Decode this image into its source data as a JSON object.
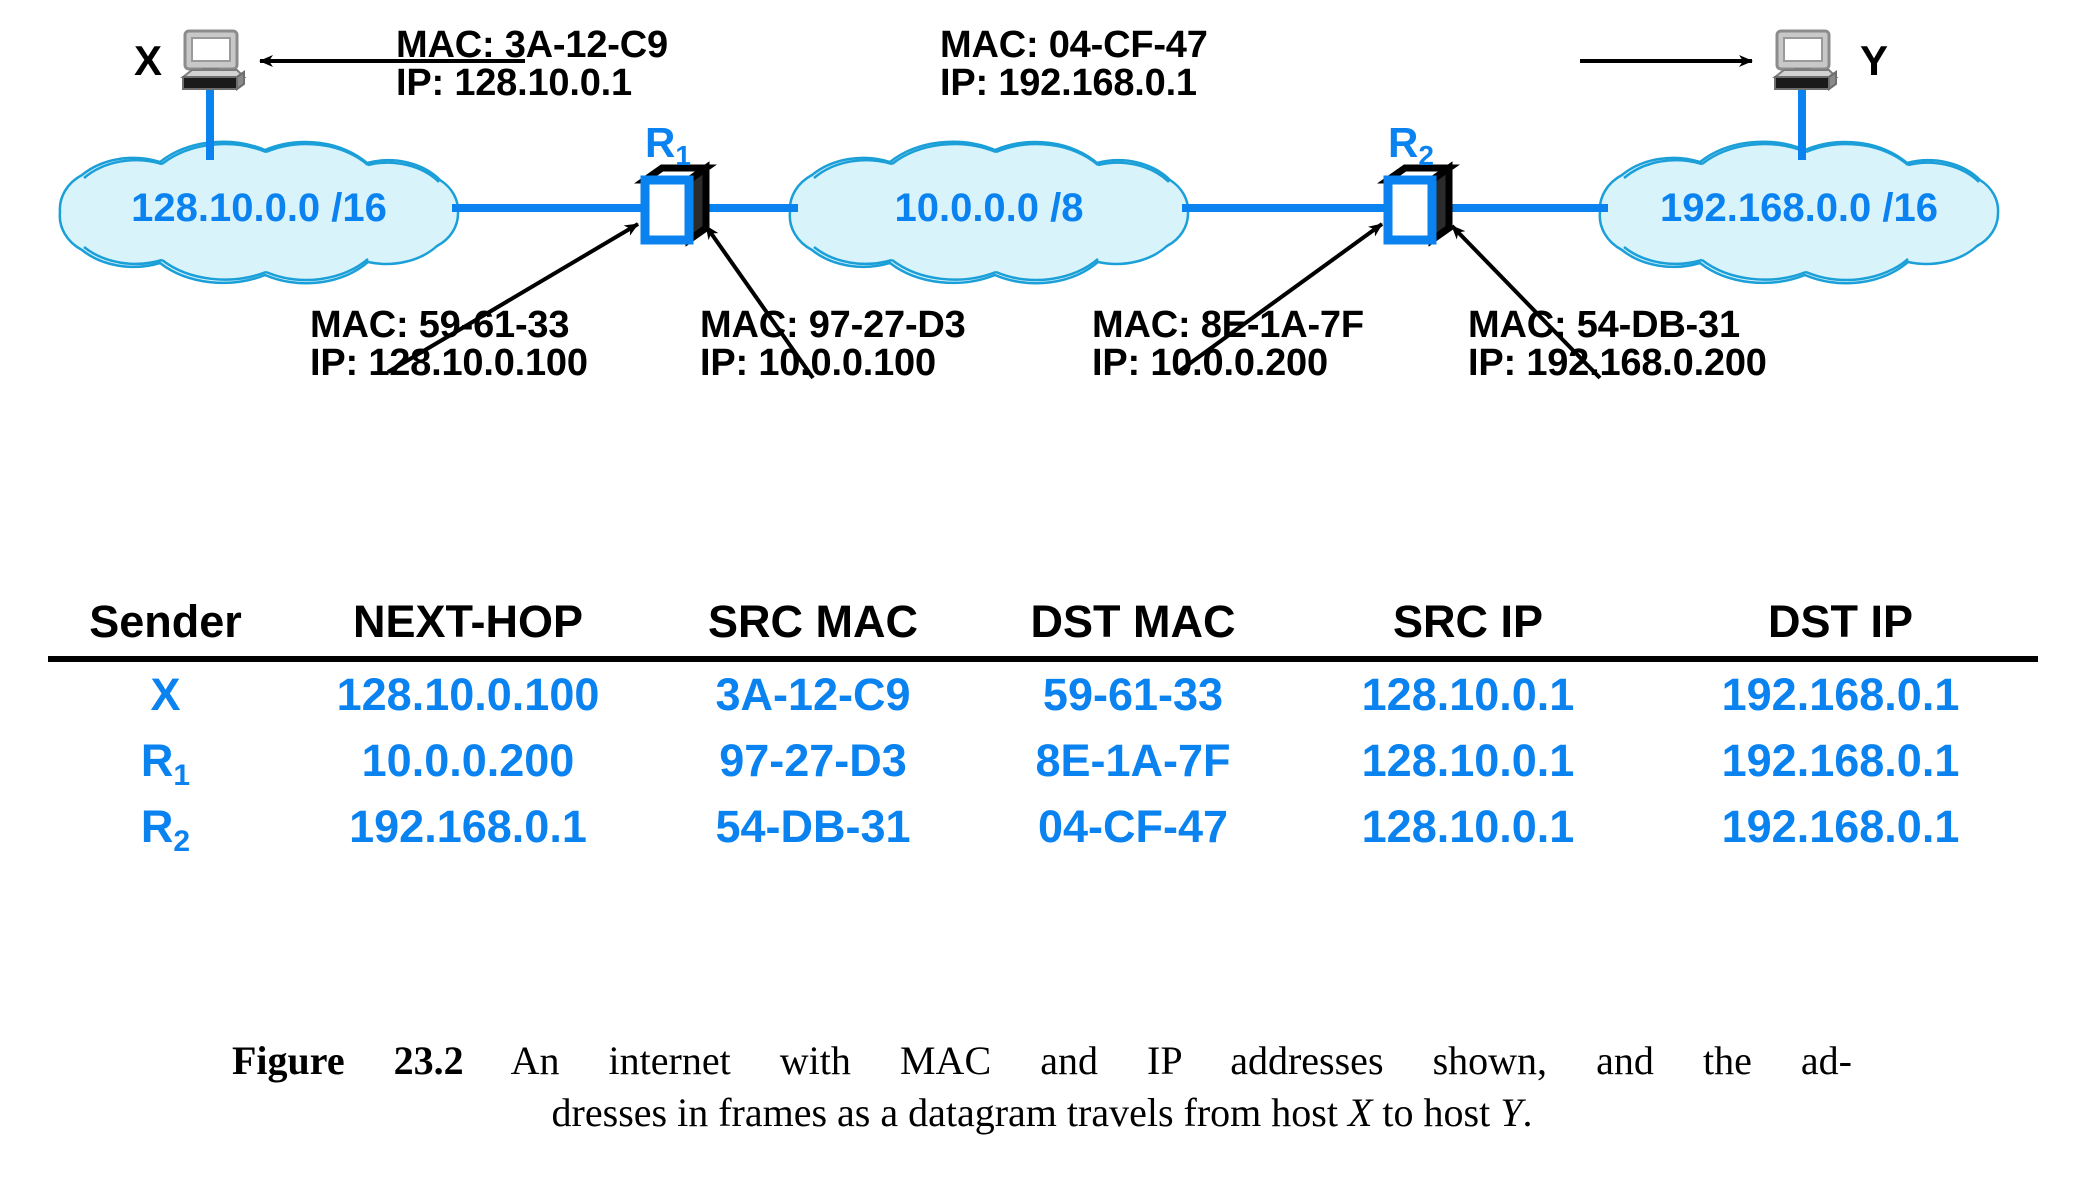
{
  "figure": {
    "number": "Figure 23.2",
    "caption_line1": "An internet with MAC and IP addresses shown, and the ad-",
    "caption_line2_pre": "dresses in frames as a datagram travels from host ",
    "caption_host_x": "X",
    "caption_line2_mid": " to host ",
    "caption_host_y": "Y",
    "caption_line2_end": "."
  },
  "colors": {
    "accent_blue": "#0a82f0",
    "cloud_fill": "#d9f3fb",
    "cloud_stroke": "#1b9fd8",
    "text_black": "#000000"
  },
  "hosts": [
    {
      "id": "X",
      "letter": "X",
      "mac_line": "MAC: 3A-12-C9",
      "ip_line": "IP: 128.10.0.1"
    },
    {
      "id": "Y",
      "letter": "Y",
      "mac_line": "MAC: 04-CF-47",
      "ip_line": "IP: 192.168.0.1"
    }
  ],
  "networks": [
    {
      "id": "net-left",
      "label": "128.10.0.0 /16"
    },
    {
      "id": "net-middle",
      "label": "10.0.0.0 /8"
    },
    {
      "id": "net-right",
      "label": "192.168.0.0 /16"
    }
  ],
  "routers": [
    {
      "id": "R1",
      "name": "R",
      "subscript": "1"
    },
    {
      "id": "R2",
      "name": "R",
      "subscript": "2"
    }
  ],
  "interface_labels": [
    {
      "id": "r1-left",
      "mac_line": "MAC: 59-61-33",
      "ip_line": "IP: 128.10.0.100"
    },
    {
      "id": "r1-right",
      "mac_line": "MAC: 97-27-D3",
      "ip_line": "IP: 10.0.0.100"
    },
    {
      "id": "r2-left",
      "mac_line": "MAC: 8E-1A-7F",
      "ip_line": "IP: 10.0.0.200"
    },
    {
      "id": "r2-right",
      "mac_line": "MAC: 54-DB-31",
      "ip_line": "IP: 192.168.0.200"
    }
  ],
  "table": {
    "headers": [
      "Sender",
      "NEXT-HOP",
      "SRC MAC",
      "DST MAC",
      "SRC IP",
      "DST IP"
    ],
    "rows": [
      {
        "sender": "X",
        "sender_sub": "",
        "next_hop": "128.10.0.100",
        "src_mac": "3A-12-C9",
        "dst_mac": "59-61-33",
        "src_ip": "128.10.0.1",
        "dst_ip": "192.168.0.1"
      },
      {
        "sender": "R",
        "sender_sub": "1",
        "next_hop": "10.0.0.200",
        "src_mac": "97-27-D3",
        "dst_mac": "8E-1A-7F",
        "src_ip": "128.10.0.1",
        "dst_ip": "192.168.0.1"
      },
      {
        "sender": "R",
        "sender_sub": "2",
        "next_hop": "192.168.0.1",
        "src_mac": "54-DB-31",
        "dst_mac": "04-CF-47",
        "src_ip": "128.10.0.1",
        "dst_ip": "192.168.0.1"
      }
    ]
  }
}
